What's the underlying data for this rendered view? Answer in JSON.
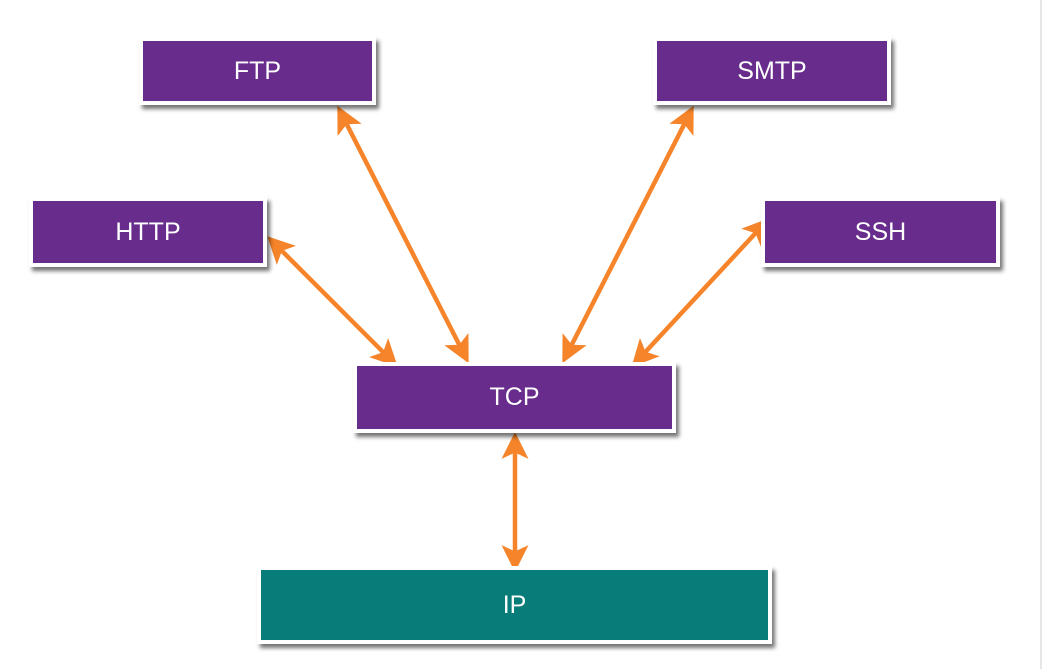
{
  "diagram": {
    "nodes": {
      "ftp": {
        "label": "FTP"
      },
      "smtp": {
        "label": "SMTP"
      },
      "http": {
        "label": "HTTP"
      },
      "ssh": {
        "label": "SSH"
      },
      "tcp": {
        "label": "TCP"
      },
      "ip": {
        "label": "IP"
      }
    },
    "edges": [
      {
        "from": "ftp",
        "to": "tcp",
        "direction": "bidirectional"
      },
      {
        "from": "smtp",
        "to": "tcp",
        "direction": "bidirectional"
      },
      {
        "from": "http",
        "to": "tcp",
        "direction": "bidirectional"
      },
      {
        "from": "ssh",
        "to": "tcp",
        "direction": "bidirectional"
      },
      {
        "from": "tcp",
        "to": "ip",
        "direction": "bidirectional"
      }
    ],
    "colors": {
      "application_box": "#672c8c",
      "network_box": "#087c78",
      "arrow": "#f5842a"
    }
  }
}
